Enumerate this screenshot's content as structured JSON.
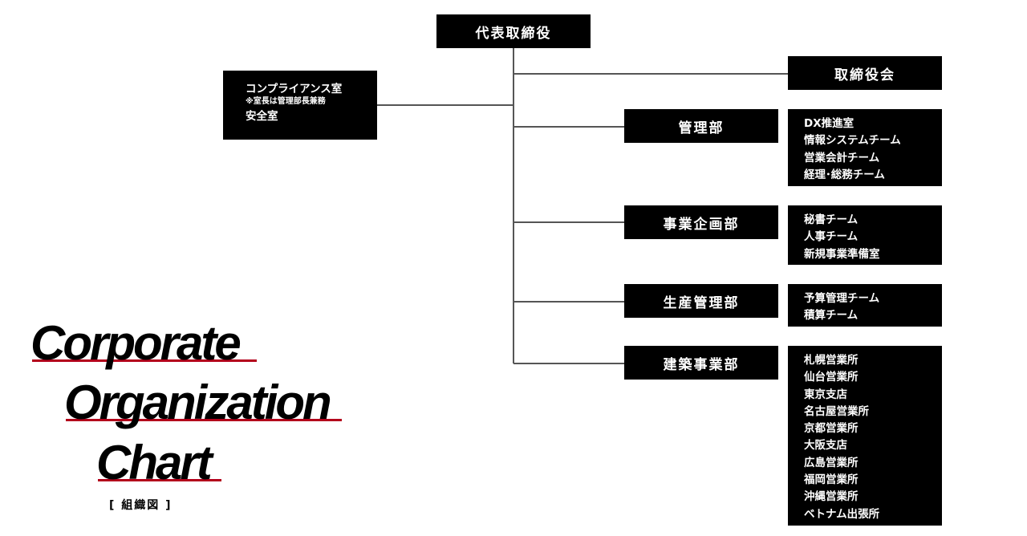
{
  "org": {
    "top": "代表取締役",
    "board": "取締役会",
    "side": {
      "main": "コンプライアンス室",
      "note": "※室長は管理部長兼務",
      "sub": "安全室"
    },
    "departments": [
      {
        "name": "管理部",
        "teams": [
          "DX推進室",
          "情報システムチーム",
          "営業会計チーム",
          "経理･総務チーム"
        ]
      },
      {
        "name": "事業企画部",
        "teams": [
          "秘書チーム",
          "人事チーム",
          "新規事業準備室"
        ]
      },
      {
        "name": "生産管理部",
        "teams": [
          "予算管理チーム",
          "積算チーム"
        ]
      },
      {
        "name": "建築事業部",
        "teams": [
          "札幌営業所",
          "仙台営業所",
          "東京支店",
          "名古屋営業所",
          "京都営業所",
          "大阪支店",
          "広島営業所",
          "福岡営業所",
          "沖縄営業所",
          "ベトナム出張所"
        ]
      }
    ]
  },
  "heading": {
    "line1": "Corporate",
    "line2": "Organization",
    "line3": "Chart",
    "subtitle": "[ 組織図 ]"
  },
  "colors": {
    "box": "#000000",
    "connector": "#555555",
    "accent_underline": "#b3001b"
  }
}
